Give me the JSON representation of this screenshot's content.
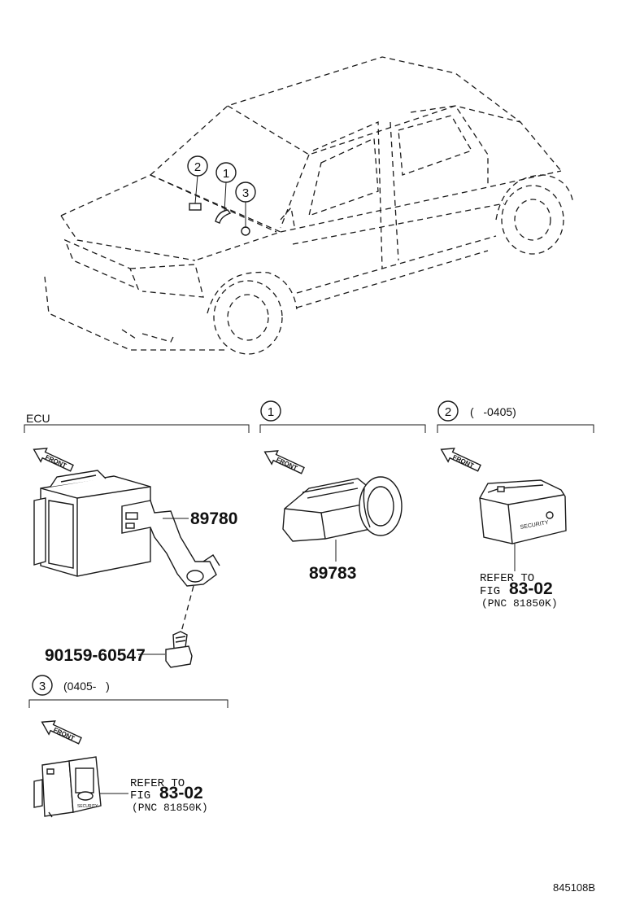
{
  "callouts": {
    "c1": "1",
    "c2": "2",
    "c3": "3"
  },
  "sections": {
    "ecu": {
      "label": "ECU"
    },
    "s1": {
      "num": "1"
    },
    "s2": {
      "num": "2",
      "range": "(   -0405)"
    },
    "s3": {
      "num": "3",
      "range": "(0405-   )"
    }
  },
  "front_label": "FRONT",
  "parts": {
    "p89780": "89780",
    "p89783": "89783",
    "bolt": "90159-60547"
  },
  "refer_s2": {
    "line1": "REFER TO",
    "fig_prefix": "FIG",
    "fig_num": "83-02",
    "pnc": "(PNC 81850K)"
  },
  "refer_s3": {
    "line1": "REFER TO",
    "fig_prefix": "FIG",
    "fig_num": "83-02",
    "pnc": "(PNC 81850K)"
  },
  "switch_label": "SECURITY",
  "footer_code": "845108B"
}
